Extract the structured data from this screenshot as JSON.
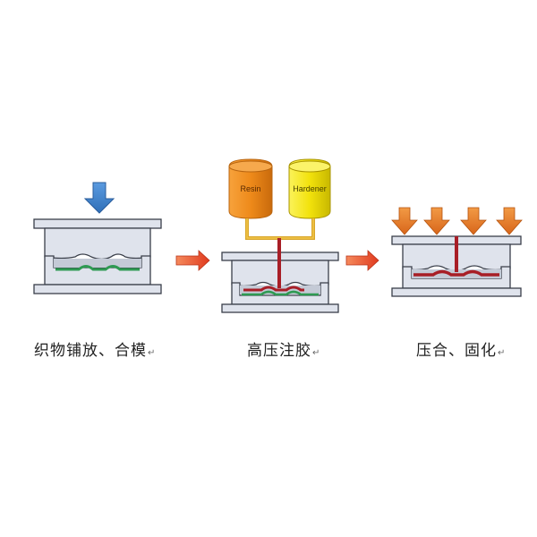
{
  "steps": [
    {
      "caption": "织物铺放、合模",
      "return_mark": "↵"
    },
    {
      "caption": "高压注胶",
      "return_mark": "↵"
    },
    {
      "caption": "压合、固化",
      "return_mark": "↵"
    }
  ],
  "tanks": {
    "resin_label": "Resin",
    "hardener_label": "Hardener"
  },
  "colors": {
    "mold_fill": "#dfe3ec",
    "mold_stroke": "#3a3f4a",
    "cavity": "#b8bfcc",
    "fabric": "#2e9a52",
    "resin": "#a81e26",
    "press_arrow": "#e07a1f",
    "down_arrow": "#3f7fc4",
    "step_arrow": "#e5482a",
    "resin_tank": "#ee8a1a",
    "hardener_tank": "#f2e20c",
    "pipe": "#d9a62a"
  },
  "icons": [
    "down-arrow-icon",
    "press-arrow-icon",
    "step-arrow-icon",
    "tank-icon"
  ]
}
